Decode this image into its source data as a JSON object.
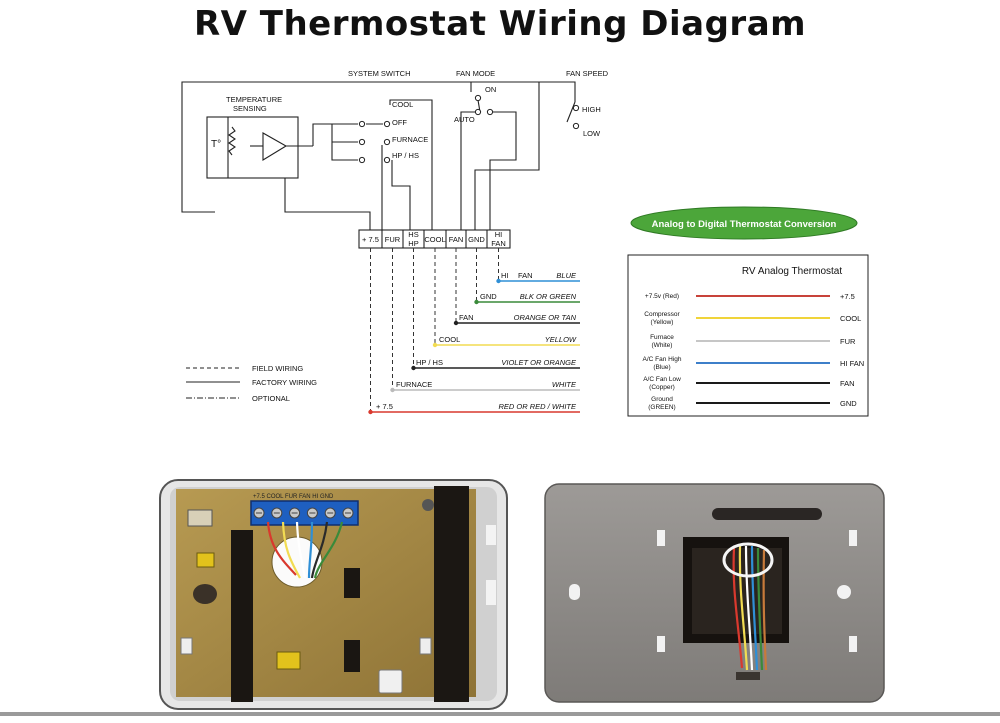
{
  "title": "RV Thermostat Wiring Diagram",
  "switches": {
    "system": "SYSTEM SWITCH",
    "fan_mode": "FAN MODE",
    "fan_speed": "FAN SPEED",
    "on": "ON",
    "auto": "AUTO",
    "high": "HIGH",
    "low": "LOW",
    "cool": "COOL",
    "off": "OFF",
    "furnace": "FURNACE",
    "hphs": "HP / HS"
  },
  "sensor": {
    "label1": "TEMPERATURE",
    "label2": "SENSING",
    "t": "T°"
  },
  "terminals": [
    "+ 7.5",
    "FUR",
    "HS HP",
    "COOL",
    "FAN",
    "GND",
    "HI FAN"
  ],
  "wires": [
    {
      "left": "HI",
      "mid": "FAN",
      "right": "BLUE",
      "color": "#2f8fd6"
    },
    {
      "left": "GND",
      "mid": "",
      "right": "BLK OR GREEN",
      "color": "#3a8a3a"
    },
    {
      "left": "FAN",
      "mid": "",
      "right": "ORANGE OR TAN",
      "color": "#222222"
    },
    {
      "left": "COOL",
      "mid": "",
      "right": "YELLOW",
      "color": "#f2dc52"
    },
    {
      "left": "HP / HS",
      "mid": "",
      "right": "VIOLET OR ORANGE",
      "color": "#222222"
    },
    {
      "left": "FURNACE",
      "mid": "",
      "right": "WHITE",
      "color": "#bbbbbb"
    },
    {
      "left": "+ 7.5",
      "mid": "",
      "right": "RED OR RED / WHITE",
      "color": "#d9392e"
    }
  ],
  "legend": {
    "field": "FIELD WIRING",
    "factory": "FACTORY WIRING",
    "optional": "OPTIONAL"
  },
  "badge": "Analog to Digital Thermostat Conversion",
  "conversion": {
    "title": "RV Analog Thermostat",
    "rows": [
      {
        "l1": "+7.5v (Red)",
        "l2": "",
        "r": "+7.5",
        "color": "#c8433a"
      },
      {
        "l1": "Compressor",
        "l2": "(Yellow)",
        "r": "COOL",
        "color": "#f0d43a"
      },
      {
        "l1": "Furnace",
        "l2": "(White)",
        "r": "FUR",
        "color": "#c6c6c6"
      },
      {
        "l1": "A/C Fan High",
        "l2": "(Blue)",
        "r": "HI FAN",
        "color": "#3d7fc9"
      },
      {
        "l1": "A/C Fan Low",
        "l2": "(Copper)",
        "r": "FAN",
        "color": "#1a1a1a"
      },
      {
        "l1": "Ground",
        "l2": "(GREEN)",
        "r": "GND",
        "color": "#1a1a1a"
      }
    ]
  },
  "photo_terminal_labels": [
    "+7.5",
    "COOL",
    "FUR",
    "FAN",
    "HI",
    "GND"
  ]
}
